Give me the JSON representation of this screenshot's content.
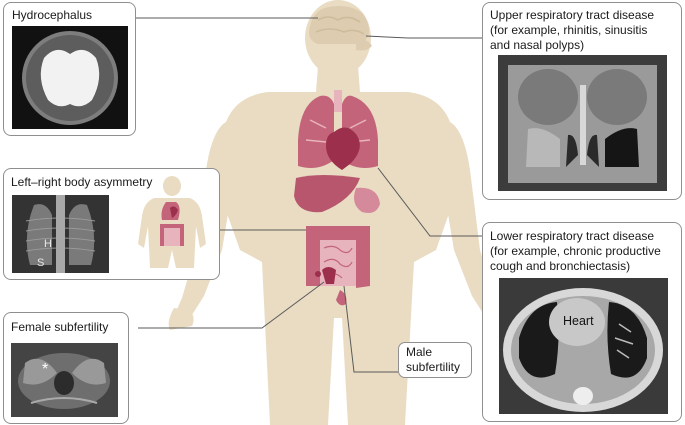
{
  "labels": {
    "hydrocephalus": "Hydrocephalus",
    "left_right": "Left–right body asymmetry",
    "female": "Female subfertility",
    "upper": "Upper respiratory tract disease\n(for example, rhinitis, sinusitis\nand nasal polyps)",
    "lower": "Lower respiratory tract disease\n(for example, chronic productive\ncough and bronchiectasis)",
    "male": "Male\nsubfertility",
    "heart": "Heart",
    "h_mark": "H",
    "s_mark": "S",
    "star_mark": "*"
  },
  "colors": {
    "body": "#e9dcc3",
    "body_dark": "#ddccb0",
    "organ": "#c3647a",
    "organ_light": "#e7b3bd",
    "organ_dark": "#9c2f4c",
    "line": "#5a5a5a"
  }
}
